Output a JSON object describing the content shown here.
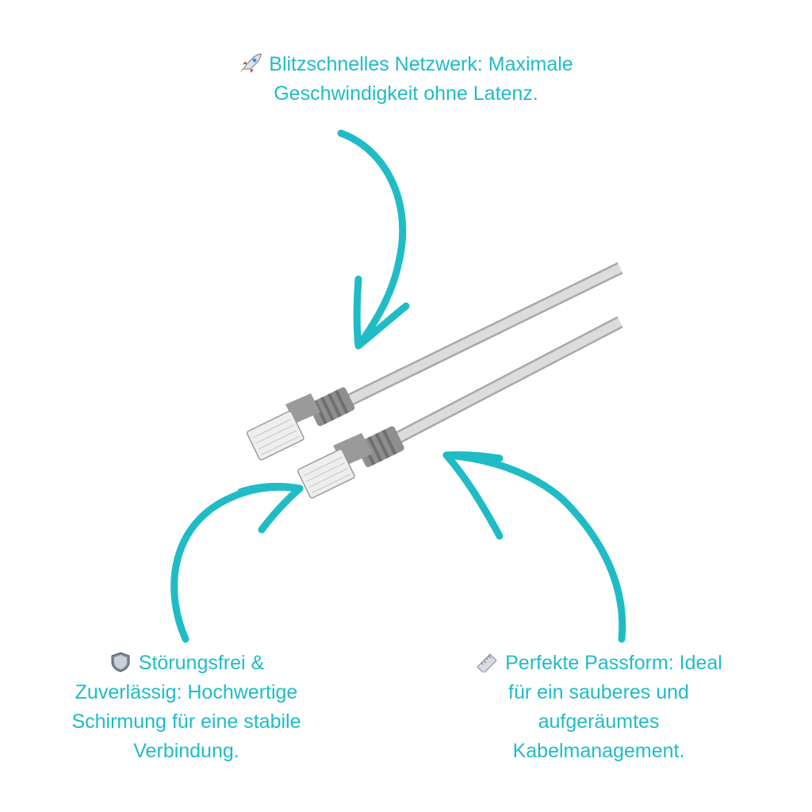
{
  "colors": {
    "accent": "#1fbcc6",
    "cable": "#cfcfcf",
    "boot": "#8a8a8a",
    "plug": "#e8e8e8"
  },
  "callouts": {
    "top": {
      "icon": "rocket-icon",
      "line1": "Blitzschnelles Netzwerk: Maximale",
      "line2": "Geschwindigkeit ohne Latenz."
    },
    "left": {
      "icon": "shield-icon",
      "line1": "Störungsfrei &",
      "line2": "Zuverlässig: Hochwertige",
      "line3": "Schirmung für eine stabile",
      "line4": "Verbindung."
    },
    "right": {
      "icon": "ruler-icon",
      "line1": "Perfekte Passform: Ideal",
      "line2": "für ein sauberes und",
      "line3": "aufgeräumtes",
      "line4": "Kabelmanagement."
    }
  },
  "image": {
    "subject": "ethernet-cable-icon"
  }
}
